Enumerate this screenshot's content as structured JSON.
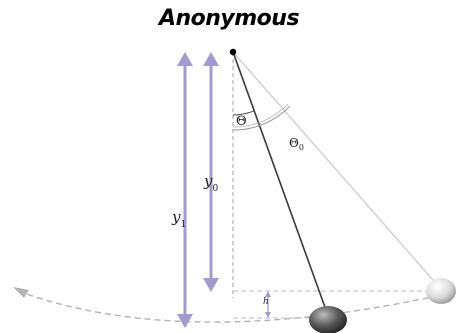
{
  "title": "Anonymous",
  "labels": {
    "theta": "Θ",
    "theta0_main": "Θ",
    "theta0_sub": "0",
    "y0_main": "y",
    "y0_sub": "0",
    "y1_main": "y",
    "y1_sub": "1",
    "h": "h"
  },
  "colors": {
    "arrow": "#a29ad0",
    "rod": "#333333",
    "dashed": "#b0b0b0",
    "bob_dark": "#555555",
    "bob_light": "#e2e2e2"
  }
}
